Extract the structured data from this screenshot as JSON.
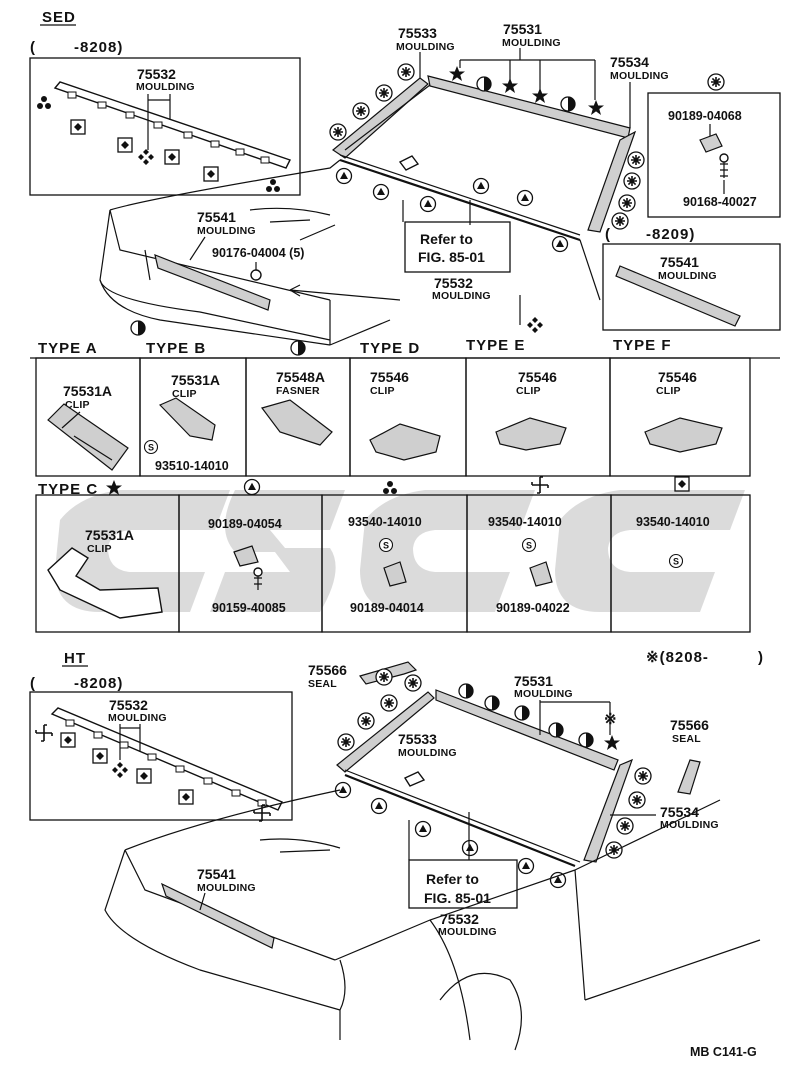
{
  "sections": {
    "sed": {
      "title": "SED",
      "range_left": "(",
      "range_value": "-8208)",
      "range_right_open": "(",
      "range_right": "-8209)"
    },
    "ht": {
      "title": "HT",
      "range_left": "(",
      "range_value": "-8208)",
      "note_mark": "※(8208-",
      "note_close": ")"
    }
  },
  "sed_labels": {
    "p75533": {
      "num": "75533",
      "name": "MOULDING"
    },
    "p75531": {
      "num": "75531",
      "name": "MOULDING"
    },
    "p75534": {
      "num": "75534",
      "name": "MOULDING"
    },
    "p75532_inset": {
      "num": "75532",
      "name": "MOULDING"
    },
    "p75541": {
      "num": "75541",
      "name": "MOULDING"
    },
    "p90176": {
      "num": "90176-04004 (5)"
    },
    "refer": {
      "line1": "Refer to",
      "line2": "FIG. 85-01"
    },
    "p75532": {
      "num": "75532",
      "name": "MOULDING"
    },
    "p90189": {
      "num": "90189-04068"
    },
    "p90168": {
      "num": "90168-40027"
    },
    "p75541_inset": {
      "num": "75541",
      "name": "MOULDING"
    }
  },
  "types": {
    "a": {
      "title": "TYPE A",
      "num": "75531A",
      "name": "CLIP"
    },
    "b": {
      "title": "TYPE B",
      "num": "75531A",
      "name": "CLIP",
      "screw": "93510-14010"
    },
    "b2": {
      "num": "75548A",
      "name": "FASNER"
    },
    "d": {
      "title": "TYPE D",
      "num": "75546",
      "name": "CLIP"
    },
    "e": {
      "title": "TYPE E",
      "num": "75546",
      "name": "CLIP"
    },
    "f": {
      "title": "TYPE F",
      "num": "75546",
      "name": "CLIP"
    },
    "c": {
      "title": "TYPE C",
      "num": "75531A",
      "name": "CLIP"
    },
    "c2": {
      "num": "90189-04054",
      "num2": "90159-40085"
    },
    "c3": {
      "num": "93540-14010",
      "num2": "90189-04014"
    },
    "c4": {
      "num": "93540-14010",
      "num2": "90189-04022"
    },
    "c5": {
      "num": "93540-14010"
    }
  },
  "ht_labels": {
    "p75566a": {
      "num": "75566",
      "name": "SEAL"
    },
    "p75531": {
      "num": "75531",
      "name": "MOULDING"
    },
    "p75532_inset": {
      "num": "75532",
      "name": "MOULDING"
    },
    "p75533": {
      "num": "75533",
      "name": "MOULDING"
    },
    "p75566b": {
      "num": "75566",
      "name": "SEAL"
    },
    "p75534": {
      "num": "75534",
      "name": "MOULDING"
    },
    "p75541": {
      "num": "75541",
      "name": "MOULDING"
    },
    "refer": {
      "line1": "Refer to",
      "line2": "FIG. 85-01"
    },
    "p75532": {
      "num": "75532",
      "name": "MOULDING"
    }
  },
  "symbols": {
    "screw_s": "S",
    "note_asterisk": "※"
  },
  "footer": {
    "code": "MB  C141-G"
  },
  "watermark": {
    "text": "GSGC",
    "color": "#bdbdbd"
  }
}
